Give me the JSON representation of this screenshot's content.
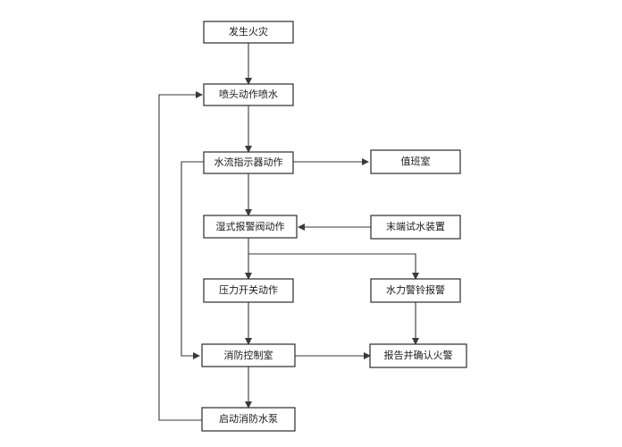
{
  "nodes": {
    "n1": "发生火灾",
    "n2": "喷头动作喷水",
    "n3": "水流指示器动作",
    "n4": "值班室",
    "n5": "湿式报警阀动作",
    "n6": "末端试水装置",
    "n7": "压力开关动作",
    "n8": "水力警铃报警",
    "n9": "消防控制室",
    "n10": "报告并确认火警",
    "n11": "启动消防水泵"
  },
  "colors": {
    "line": "#3a3a3a",
    "border": "#2b2b2b",
    "text": "#1a1a1a",
    "background": "#ffffff"
  }
}
